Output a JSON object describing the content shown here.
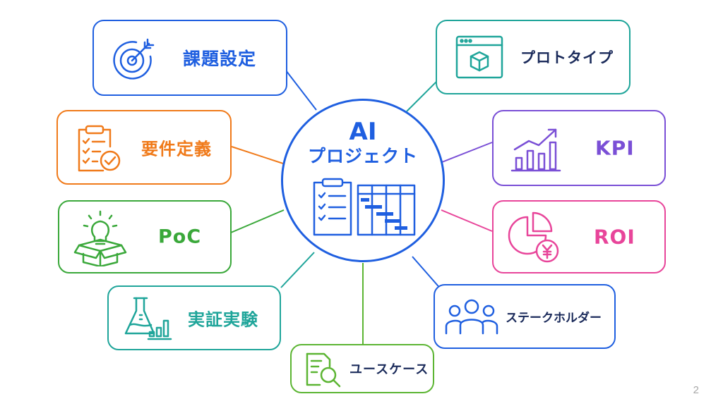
{
  "center": {
    "title": "AI",
    "subtitle": "プロジェクト",
    "icon": "checklist-gantt-icon",
    "color": "#1f5fe0"
  },
  "nodes": {
    "issue": {
      "label": "課題設定",
      "icon": "target-arrow-icon",
      "color": "#1f5fe0"
    },
    "requirements": {
      "label": "要件定義",
      "icon": "clipboard-check-icon",
      "color": "#f07a1a"
    },
    "poc": {
      "label": "PoC",
      "icon": "lightbulb-box-icon",
      "color": "#3aa83a"
    },
    "experiment": {
      "label": "実証実験",
      "icon": "flask-chart-icon",
      "color": "#1fa59a"
    },
    "usecase": {
      "label": "ユースケース",
      "icon": "document-search-icon",
      "color": "#5cb533"
    },
    "prototype": {
      "label": "プロトタイプ",
      "icon": "browser-cube-icon",
      "color": "#1fa59a"
    },
    "kpi": {
      "label": "KPI",
      "icon": "growth-chart-icon",
      "color": "#7a4fd6"
    },
    "roi": {
      "label": "ROI",
      "icon": "pie-yen-icon",
      "color": "#e8459a"
    },
    "stakeholder": {
      "label": "ステークホルダー",
      "icon": "people-group-icon",
      "color": "#1f5fe0"
    }
  },
  "page_number": "2"
}
